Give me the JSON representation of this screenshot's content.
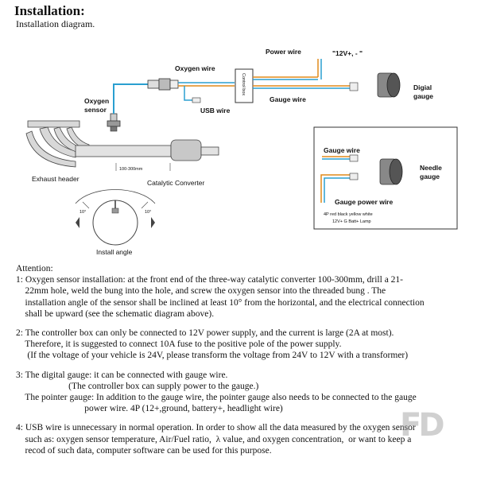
{
  "header": {
    "title": "Installation:",
    "subtitle": "Installation diagram."
  },
  "diagram": {
    "oxygen_sensor": "Oxygen\nsensor",
    "oxygen_wire": "Oxygen wire",
    "usb_wire": "USB wire",
    "control_box": "Control box",
    "power_wire": "Power wire",
    "voltage": "\"12V+, - \"",
    "gauge_wire_top": "Gauge wire",
    "digital_gauge": "Digial\ngauge",
    "exhaust_header": "Exhaust header",
    "distance": "100-300mm",
    "catalytic_converter": "Catalytic Converter",
    "install_angle": "Install angle",
    "angle_left": "10°",
    "angle_right": "10°",
    "inset": {
      "gauge_wire": "Gauge wire",
      "needle_gauge": "Needle\ngauge",
      "gauge_power_wire": "Gauge power wire",
      "pin_row1": "4P red  black  yellow white",
      "pin_row2": "12V+  G     Batt+  Lamp"
    }
  },
  "attention": {
    "heading": "Attention:",
    "item1": [
      "1: Oxygen sensor installation: at the front end of the three-way catalytic converter 100-300mm, drill a 21-",
      "    22mm hole, weld the bung into the hole, and screw the oxygen sensor into the threaded bung . The",
      "    installation angle of the sensor shall be inclined at least 10° from the horizontal, and the electrical connection",
      "    shall be upward (see the schematic diagram above)."
    ],
    "item2": [
      "2: The controller box can only be connected to 12V power supply, and the current is large (2A at most).",
      "    Therefore, it is suggested to connect 10A fuse to the positive pole of the power supply.",
      "     (If the voltage of your vehicle is 24V, please transform the voltage from 24V to 12V with a transformer)"
    ],
    "item3": [
      "3: The digital gauge: it can be connected with gauge wire.",
      "                       (The controller box can supply power to the gauge.)",
      "    The pointer gauge: In addition to the gauge wire, the pointer gauge also needs to be connected to the gauge",
      "                              power wire. 4P (12+,ground, battery+, headlight wire)"
    ],
    "item4": [
      "4: USB wire is unnecessary in normal operation. In order to show all the data measured by the oxygen sensor",
      "    such as: oxygen sensor temperature, Air/Fuel ratio,  λ value, and oxygen concentration,  or want to keep a",
      "    recod of such data, computer software can be used for this purpose."
    ]
  },
  "watermark": "FD"
}
